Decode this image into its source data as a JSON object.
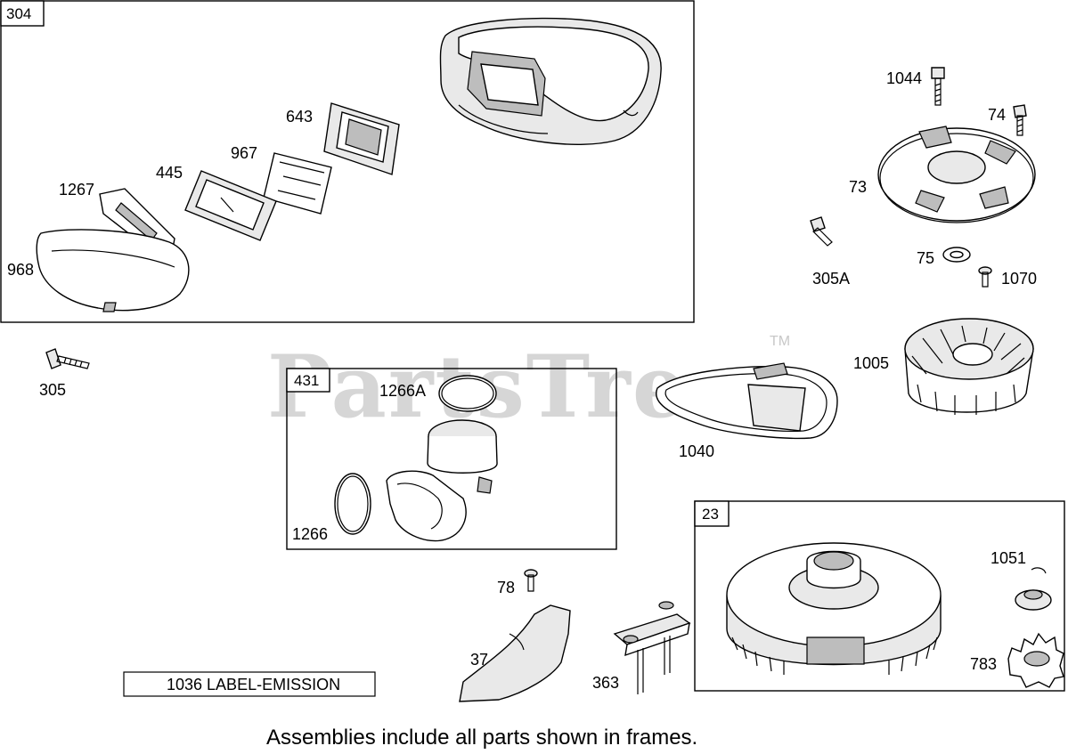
{
  "watermark": {
    "text": "PartsTree",
    "trademark": "TM"
  },
  "frames": {
    "f304": {
      "tag": "304"
    },
    "f431": {
      "tag": "431"
    },
    "f23": {
      "tag": "23"
    }
  },
  "parts": {
    "p643": "643",
    "p967": "967",
    "p445": "445",
    "p1267": "1267",
    "p968": "968",
    "p305": "305",
    "p1044": "1044",
    "p74": "74",
    "p73": "73",
    "p305A": "305A",
    "p75": "75",
    "p1070": "1070",
    "p1005": "1005",
    "p1266A": "1266A",
    "p1266": "1266",
    "p1040": "1040",
    "p1051": "1051",
    "p78": "78",
    "p37": "37",
    "p363": "363",
    "p783": "783"
  },
  "emission_label": "1036 LABEL-EMISSION",
  "footer_note": "Assemblies include all parts shown in frames."
}
